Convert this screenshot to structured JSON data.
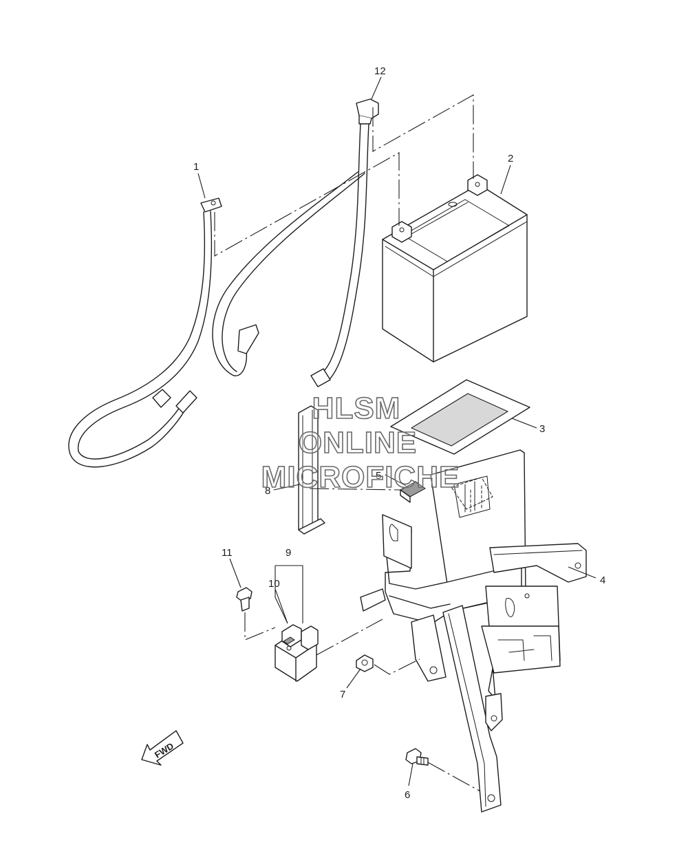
{
  "callouts": {
    "c1": "1",
    "c2": "2",
    "c3": "3",
    "c4": "4",
    "c5": "5",
    "c6": "6",
    "c7": "7",
    "c8": "8",
    "c9": "9",
    "c10": "10",
    "c11": "11",
    "c12": "12"
  },
  "watermark": {
    "line1": "HLSM",
    "line2": "ONLINE",
    "line3": "MICROFICHE"
  },
  "fwd_arrow": {
    "label": "FWD"
  },
  "colors": {
    "line": "#1c1c1c",
    "watermark_outline": "#6a6a6a",
    "background": "#ffffff"
  }
}
